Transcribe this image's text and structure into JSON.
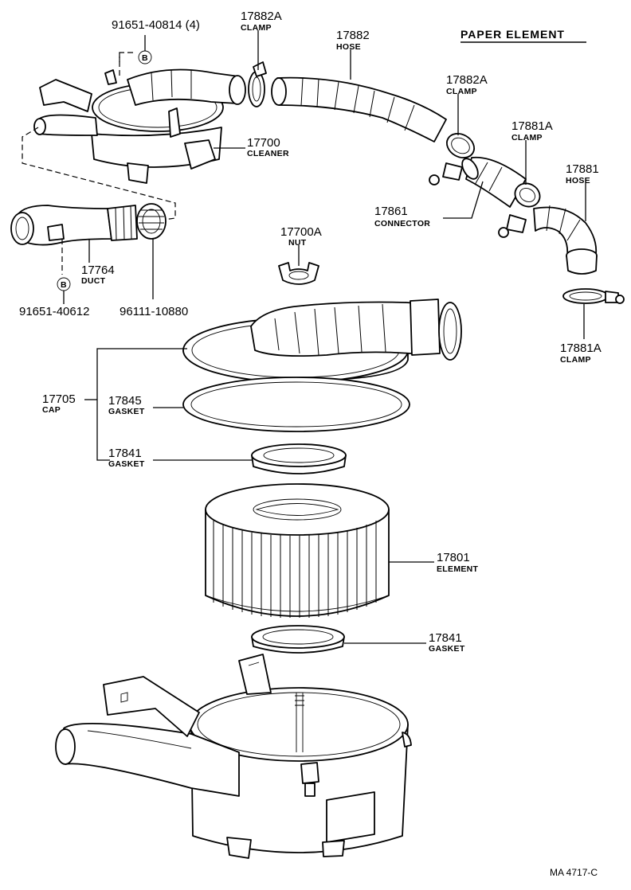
{
  "header": {
    "title": "PAPER ELEMENT"
  },
  "callouts": {
    "bolt_top": {
      "number": "91651-40814 (4)",
      "name": ""
    },
    "clamp_17882A_a": {
      "number": "17882A",
      "name": "CLAMP"
    },
    "hose_17882": {
      "number": "17882",
      "name": "HOSE"
    },
    "clamp_17882A_b": {
      "number": "17882A",
      "name": "CLAMP"
    },
    "clamp_17881A_a": {
      "number": "17881A",
      "name": "CLAMP"
    },
    "hose_17881": {
      "number": "17881",
      "name": "HOSE"
    },
    "cleaner_17700": {
      "number": "17700",
      "name": "CLEANER"
    },
    "connector_17861": {
      "number": "17861",
      "name": "CONNECTOR"
    },
    "nut_17700A": {
      "number": "17700A",
      "name": "NUT"
    },
    "duct_17764": {
      "number": "17764",
      "name": "DUCT"
    },
    "bolt_bottom": {
      "number": "91651-40612",
      "name": ""
    },
    "clip_96111": {
      "number": "96111-10880",
      "name": ""
    },
    "clamp_17881A_b": {
      "number": "17881A",
      "name": "CLAMP"
    },
    "cap_17705": {
      "number": "17705",
      "name": "CAP"
    },
    "gasket_17845": {
      "number": "17845",
      "name": "GASKET"
    },
    "gasket_17841_a": {
      "number": "17841",
      "name": "GASKET"
    },
    "element_17801": {
      "number": "17801",
      "name": "ELEMENT"
    },
    "gasket_17841_b": {
      "number": "17841",
      "name": "GASKET"
    }
  },
  "markers": {
    "b_top": "B",
    "b_bottom": "B"
  },
  "footer": {
    "code": "MA 4717-C"
  }
}
